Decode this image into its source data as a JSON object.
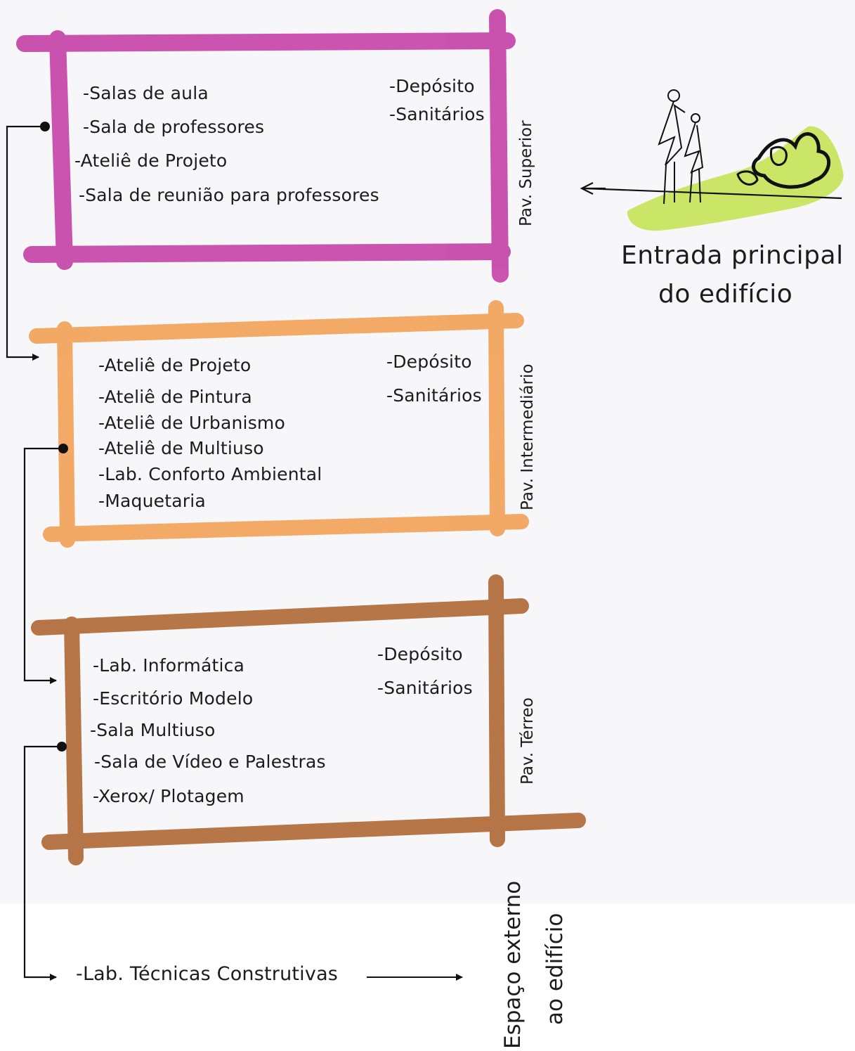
{
  "entrance_label": {
    "line1": "Entrada principal",
    "line2": "do edifício"
  },
  "floors": [
    {
      "name": "Pav. Superior",
      "color": "#c645a8",
      "rooms": [
        "-Salas de aula",
        "-Sala de professores",
        "-Ateliê de Projeto",
        "-Sala de reunião para professores"
      ],
      "services": [
        "-Depósito",
        "-Sanitários"
      ]
    },
    {
      "name": "Pav. Intermediário",
      "color": "#f2a35a",
      "rooms": [
        "-Ateliê de Projeto",
        "-Ateliê de Pintura",
        "-Ateliê de Urbanismo",
        "-Ateliê de Multiuso",
        "-Lab. Conforto Ambiental",
        "-Maquetaria"
      ],
      "services": [
        "-Depósito",
        "-Sanitários"
      ]
    },
    {
      "name": "Pav. Térreo",
      "color": "#b06a37",
      "rooms": [
        "-Lab. Informática",
        "-Escritório Modelo",
        "-Sala Multiuso",
        "-Sala de Vídeo e Palestras",
        "-Xerox/ Plotagem"
      ],
      "services": [
        "-Depósito",
        "-Sanitários"
      ]
    }
  ],
  "external": {
    "item": "-Lab. Técnicas Construtivas",
    "label_line1": "Espaço externo",
    "label_line2": "ao edifício"
  }
}
